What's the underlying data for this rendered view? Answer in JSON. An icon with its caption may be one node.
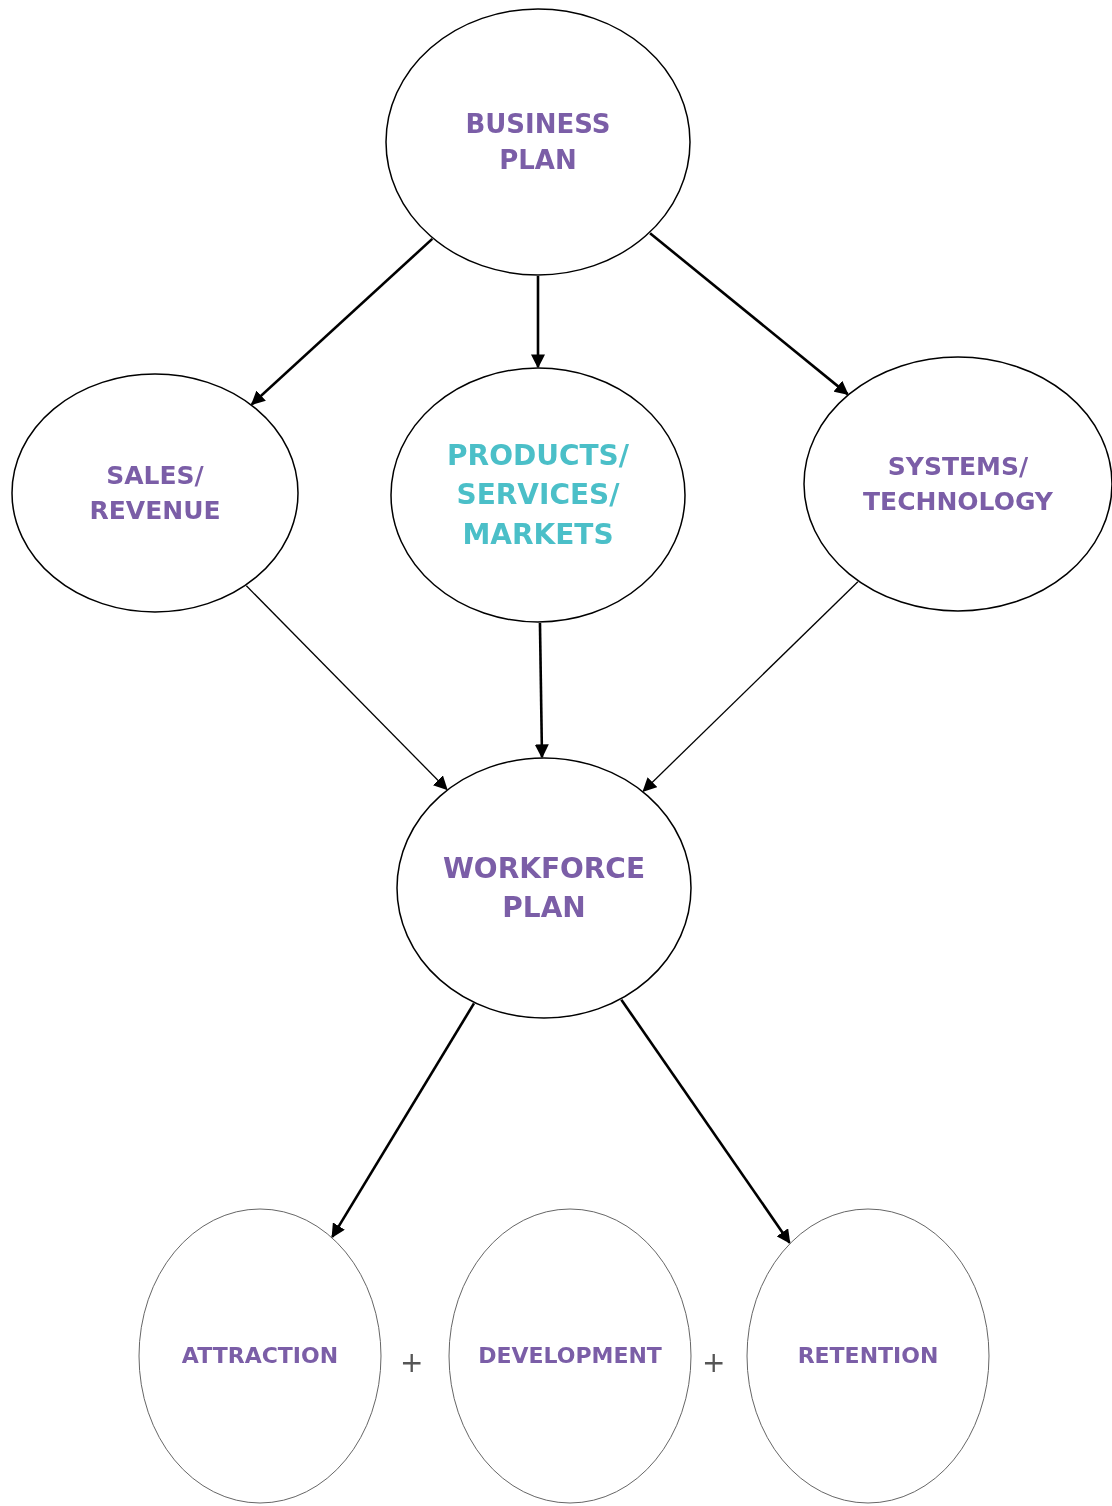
{
  "diagram": {
    "nodes": [
      {
        "text": [
          "BUSINESS PLAN"
        ]
      },
      {
        "text": [
          "SALES/ REVENUE"
        ]
      },
      {
        "text": [
          "PRODUCTS/ SERVICES/ MARKETS"
        ]
      },
      {
        "text": [
          "SYSTEMS/ TECHNOLOGY"
        ]
      },
      {
        "text": [
          "WORKFORCE PLAN"
        ]
      },
      {
        "text": [
          "ATTRACTION"
        ]
      },
      {
        "text": [
          "DEVELOPMENT"
        ]
      },
      {
        "text": [
          "RETENTION"
        ]
      }
    ],
    "edges": [
      {
        "from": 0,
        "to": 1,
        "arrow": "to"
      },
      {
        "from": 0,
        "to": 2,
        "arrow": "to"
      },
      {
        "from": 0,
        "to": 3,
        "arrow": "to"
      },
      {
        "from": 1,
        "to": 4,
        "arrow": "to"
      },
      {
        "from": 2,
        "to": 4,
        "arrow": "to"
      },
      {
        "from": 3,
        "to": 4,
        "arrow": "to"
      },
      {
        "from": 4,
        "to": 5,
        "arrow": "to"
      },
      {
        "from": 4,
        "to": 7,
        "arrow": "to"
      }
    ],
    "labels": [
      "+",
      "+"
    ]
  }
}
